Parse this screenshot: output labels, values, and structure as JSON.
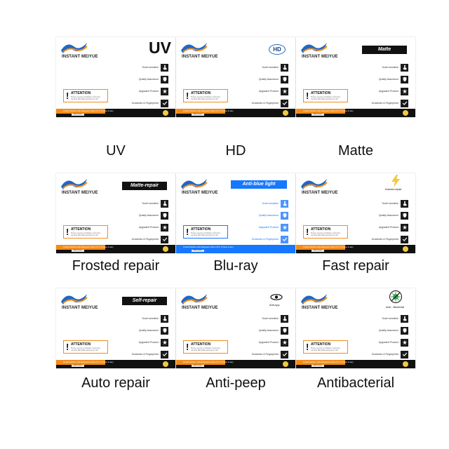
{
  "brand": "INSTANT MEIYUE",
  "attention_title": "ATTENTION",
  "attention_text": "Please read the installation instruction carefully BEFORE applying the film",
  "footer_text": "Small bubbles will disappear within 24 h if there is any",
  "footer_code": "A867 Sticker",
  "features": [
    {
      "label": "Touch sensitive",
      "icon": "touch-icon"
    },
    {
      "label": "Quality Assurance",
      "icon": "shield-icon"
    },
    {
      "label": "Upgraded Product",
      "icon": "star-icon"
    },
    {
      "label": "Scratches & Fingerprints",
      "icon": "check-icon"
    }
  ],
  "colors": {
    "brand_blue": "#1f67c5",
    "accent_orange": "#f28c1b",
    "accent_yellow": "#f0c93e",
    "blue_variant": "#1677ff",
    "antibacterial_green": "#36a853",
    "text_dark": "#111111"
  },
  "products": [
    {
      "badge": "UV",
      "badge_style": "big-text",
      "caption": "UV"
    },
    {
      "badge": "HD",
      "badge_style": "outline-oval",
      "caption": "HD"
    },
    {
      "badge": "Matte",
      "badge_style": "black-box",
      "caption": "Matte"
    },
    {
      "badge": "Matte-repair",
      "badge_style": "black-box",
      "caption": "Frosted repair"
    },
    {
      "badge": "Anti-blue light",
      "badge_style": "blue-box",
      "caption": "Blu-ray",
      "theme": "blue"
    },
    {
      "badge": "Instant-repair",
      "badge_style": "lightning",
      "caption": "Fast repair"
    },
    {
      "badge": "Self-repair",
      "badge_style": "black-box",
      "caption": "Auto repair"
    },
    {
      "badge": "Anti-spy",
      "badge_style": "eye",
      "caption": "Anti-peep"
    },
    {
      "badge": "Anti - Bacterial",
      "badge_style": "bacteria",
      "caption": "Antibacterial"
    }
  ]
}
